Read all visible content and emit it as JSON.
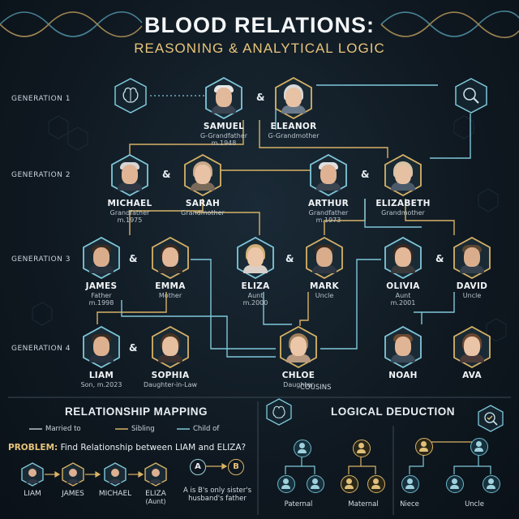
{
  "header": {
    "title": "BLOOD RELATIONS:",
    "subtitle": "REASONING & ANALYTICAL LOGIC"
  },
  "generations": [
    "GENERATION 1",
    "GENERATION 2",
    "GENERATION 3",
    "GENERATION 4"
  ],
  "amp": "&",
  "people": {
    "samuel": {
      "name": "SAMUEL",
      "role": "G-Grandfather",
      "extra": "m.1948"
    },
    "eleanor": {
      "name": "ELEANOR",
      "role": "G-Grandmother",
      "extra": ""
    },
    "michael": {
      "name": "MICHAEL",
      "role": "Grandfather",
      "extra": "m.1975"
    },
    "sarah": {
      "name": "SARAH",
      "role": "Grandmother",
      "extra": ""
    },
    "arthur": {
      "name": "ARTHUR",
      "role": "Grandfather",
      "extra": "m.1973"
    },
    "elizabeth": {
      "name": "ELIZABETH",
      "role": "Grandmother",
      "extra": ""
    },
    "james": {
      "name": "JAMES",
      "role": "Father",
      "extra": "m.1998"
    },
    "emma": {
      "name": "EMMA",
      "role": "Mother",
      "extra": ""
    },
    "eliza": {
      "name": "ELIZA",
      "role": "Aunt",
      "extra": "m.2000"
    },
    "mark": {
      "name": "MARK",
      "role": "Uncle",
      "extra": ""
    },
    "olivia": {
      "name": "OLIVIA",
      "role": "Aunt",
      "extra": "m.2001"
    },
    "david": {
      "name": "DAVID",
      "role": "Uncle",
      "extra": ""
    },
    "liam": {
      "name": "LIAM",
      "role": "Son, m.2023",
      "extra": ""
    },
    "sophia": {
      "name": "SOPHIA",
      "role": "Daughter-in-Law",
      "extra": ""
    },
    "chloe": {
      "name": "CHLOE",
      "role": "Daughter",
      "extra": ""
    },
    "noah": {
      "name": "NOAH",
      "role": "",
      "extra": ""
    },
    "ava": {
      "name": "AVA",
      "role": "",
      "extra": ""
    }
  },
  "cousins_label": "COUSINS",
  "mapping": {
    "title": "RELATIONSHIP MAPPING",
    "legend": [
      "Married to",
      "Sibling",
      "Child of"
    ],
    "problem_key": "PROBLEM:",
    "problem_text": "Find Relationship between LIAM and ELIZA?",
    "chain": [
      "LIAM",
      "JAMES",
      "MICHAEL",
      "ELIZA"
    ],
    "chain_note": "(Aunt)",
    "ab": {
      "a": "A",
      "b": "B",
      "caption": "A is B's only sister's husband's father"
    }
  },
  "deduction": {
    "title": "LOGICAL DEDUCTION",
    "labels": [
      "Paternal",
      "Maternal",
      "Niece",
      "Uncle"
    ]
  },
  "colors": {
    "married": "#d8b266",
    "sibling": "#e8c47a",
    "child": "#7fc8da",
    "accent": "#e8c47a"
  },
  "icons": [
    "brain-icon",
    "magnifier-icon",
    "dna-helix-icon",
    "checkmark-magnifier-icon"
  ]
}
